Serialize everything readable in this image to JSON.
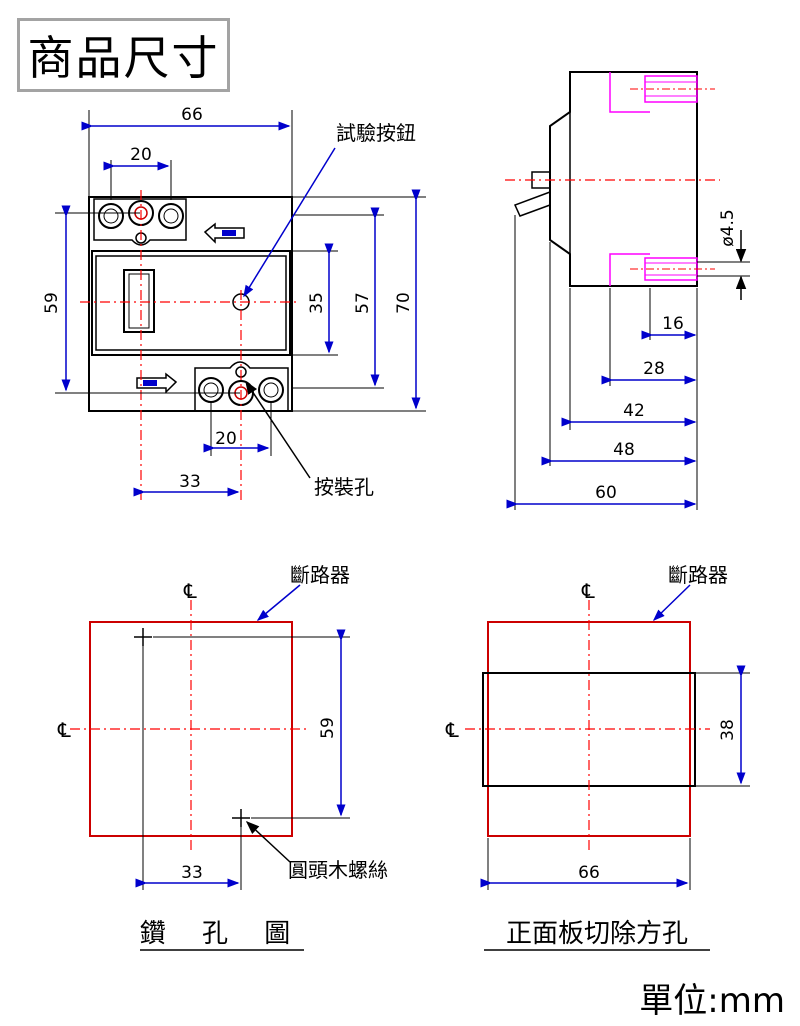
{
  "title": "商品尺寸",
  "labels": {
    "test_button": "試驗按鈕",
    "mount_hole": "按裝孔",
    "breaker_1": "斷路器",
    "breaker_2": "斷路器",
    "round_screw": "圓頭木螺絲",
    "drill_caption": "鑽 孔 圖",
    "cutout_caption": "正面板切除方孔",
    "unit": "單位:mm",
    "cl_symbol": "℄"
  },
  "dims": {
    "front_width": "66",
    "front_top_pitch": "20",
    "front_height_left": "59",
    "front_window": "35",
    "front_57": "57",
    "front_70": "70",
    "front_bottom_pitch": "20",
    "front_33": "33",
    "side_phi": "ø4.5",
    "side_16": "16",
    "side_28": "28",
    "side_42": "42",
    "side_48": "48",
    "side_60": "60",
    "drill_59": "59",
    "drill_33": "33",
    "cutout_38": "38",
    "cutout_66": "66"
  },
  "colors": {
    "line": "#000000",
    "centerline": "#ff0000",
    "outline_red": "#cc0000",
    "magenta": "#ff00ff",
    "dim_blue": "#0000cc",
    "title_border": "#a3a3a3"
  }
}
